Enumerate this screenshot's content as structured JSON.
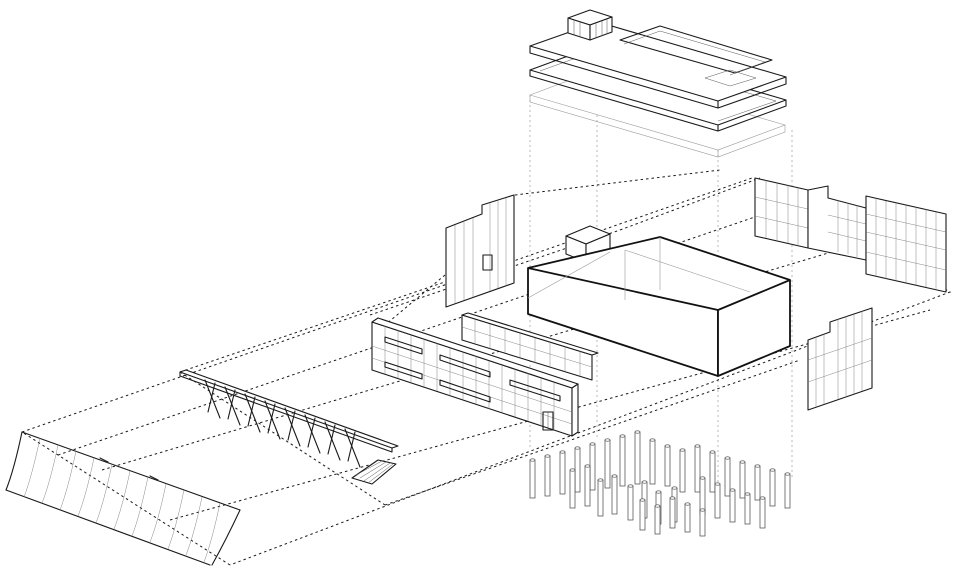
{
  "drawing": {
    "style": "exploded axonometric line drawing",
    "colors": {
      "line": "#1a1a1a",
      "hidden_line": "#8a8a8a",
      "background": "#ffffff"
    },
    "components": [
      "roof-slabs",
      "rooftop-box",
      "upper-facade-panels",
      "central-volume",
      "front-facade-panels",
      "canopy-truss",
      "curved-screen",
      "column-pile-field",
      "ground-outline"
    ]
  }
}
